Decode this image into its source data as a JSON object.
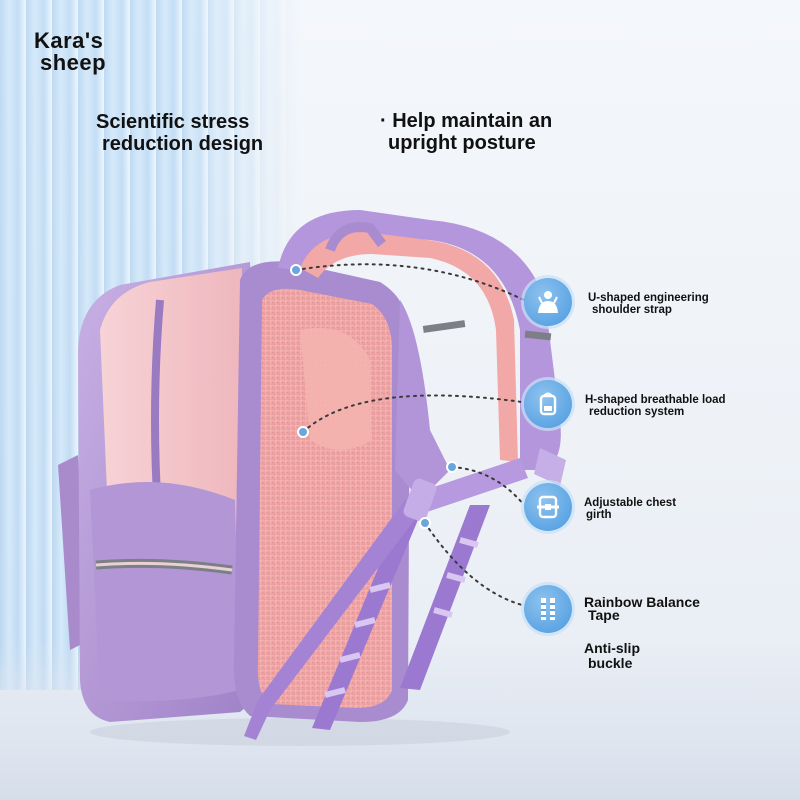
{
  "brand": {
    "line1": "Kara's",
    "line2": "sheep"
  },
  "headline_left": {
    "line1": "Scientific stress",
    "line2": "reduction design"
  },
  "headline_right": {
    "line1": "· Help maintain an",
    "line2": "upright posture"
  },
  "features": [
    {
      "icon": "person-shoulder-icon",
      "line1": "U-shaped engineering",
      "line2": "shoulder strap"
    },
    {
      "icon": "backpack-frame-icon",
      "line1": "H-shaped breathable load",
      "line2": "reduction system"
    },
    {
      "icon": "chest-strap-icon",
      "line1": "Adjustable chest",
      "line2": "girth"
    },
    {
      "icon": "balance-tape-icon",
      "line1": "Rainbow Balance",
      "line2": "Tape"
    }
  ],
  "extra_label": {
    "line1": "Anti-slip",
    "line2": "buckle"
  },
  "colors": {
    "bag_lavender": "#b79ad6",
    "bag_pink": "#f3c4c8",
    "mesh_pink": "#f0a8a8",
    "badge_blue": "#5ea6e4",
    "text": "#111111"
  }
}
